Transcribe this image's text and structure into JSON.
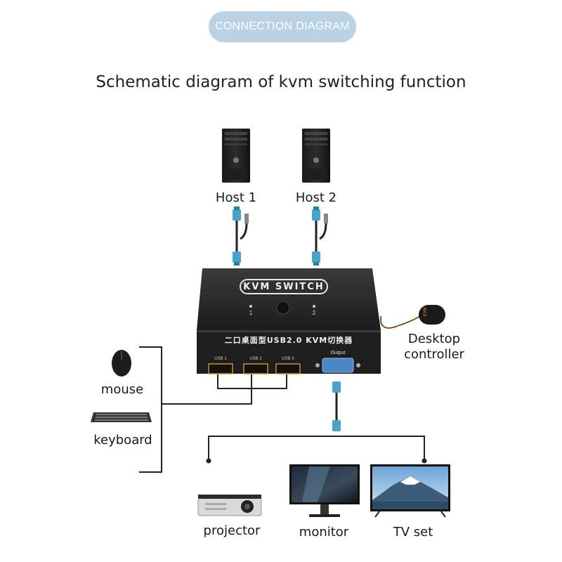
{
  "header": {
    "badge": "CONNECTION DIAGRAM",
    "title": "Schematic diagram of kvm switching function"
  },
  "hosts": [
    {
      "label": "Host 1"
    },
    {
      "label": "Host 2"
    }
  ],
  "kvm": {
    "name": "KVM SWITCH",
    "port1": "1",
    "port2": "2",
    "model_text": "二口桌面型USB2.0 KVM切换器",
    "usb_ports": [
      "USB 1",
      "USB 2",
      "USB 3"
    ],
    "output_label": "Output",
    "controller_brand": "KVM"
  },
  "controller": {
    "label_line1": "Desktop",
    "label_line2": "controller"
  },
  "peripherals": [
    {
      "label": "mouse"
    },
    {
      "label": "keyboard"
    }
  ],
  "displays": [
    {
      "label": "projector"
    },
    {
      "label": "monitor"
    },
    {
      "label": "TV set"
    }
  ],
  "colors": {
    "badge": "#b9d2e6",
    "vga_connector": "#4aa3c8",
    "line": "#222222",
    "device_body": "#2b2b2b"
  }
}
